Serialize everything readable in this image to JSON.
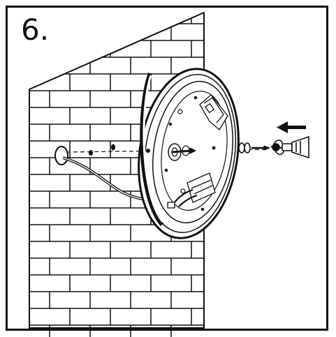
{
  "step_label": "6.",
  "colors": {
    "stroke": "#111111",
    "background": "#ffffff",
    "wall": "#ffffff"
  },
  "icons": [
    "brick-wall",
    "ceiling-light-base",
    "cable",
    "screw",
    "screwdriver",
    "direction-arrow"
  ]
}
